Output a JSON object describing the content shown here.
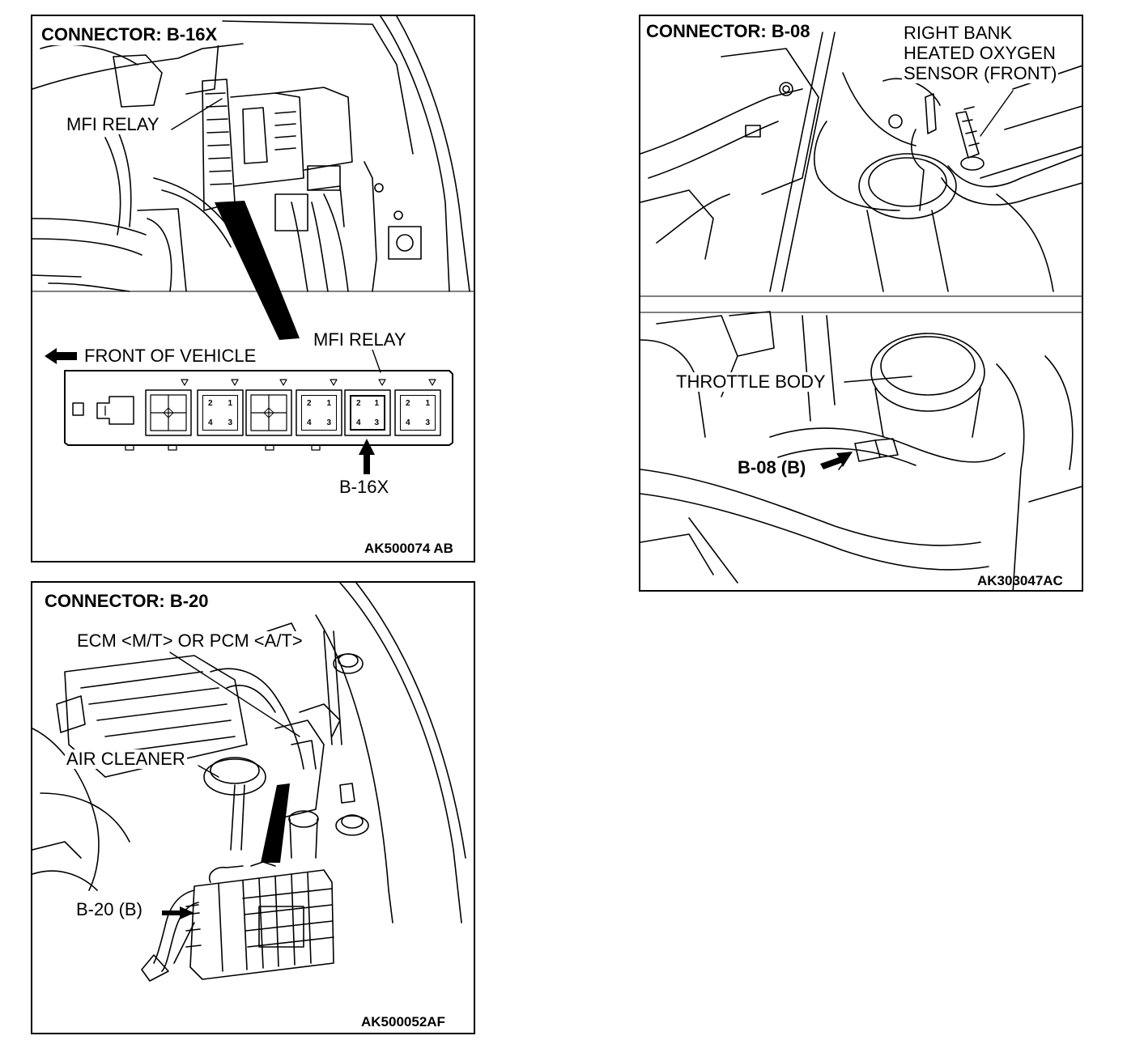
{
  "panels": {
    "b16x": {
      "title": "CONNECTOR: B-16X",
      "label_relay_top": "MFI RELAY",
      "label_relay_bottom": "MFI RELAY",
      "label_front": "FRONT OF VEHICLE",
      "label_connector": "B-16X",
      "pin_labels": [
        "2",
        "1",
        "4",
        "3"
      ],
      "code": "AK500074 AB"
    },
    "b20": {
      "title": "CONNECTOR: B-20",
      "label_ecm": "ECM <M/T> OR PCM <A/T>",
      "label_air_cleaner": "AIR CLEANER",
      "label_connector": "B-20 (B)",
      "code": "AK500052AF"
    },
    "b08": {
      "title": "CONNECTOR: B-08",
      "label_sensor_line1": "RIGHT BANK",
      "label_sensor_line2": "HEATED OXYGEN",
      "label_sensor_line3": "SENSOR (FRONT)",
      "label_throttle": "THROTTLE BODY",
      "label_connector": "B-08 (B)",
      "code": "AK303047AC"
    }
  }
}
